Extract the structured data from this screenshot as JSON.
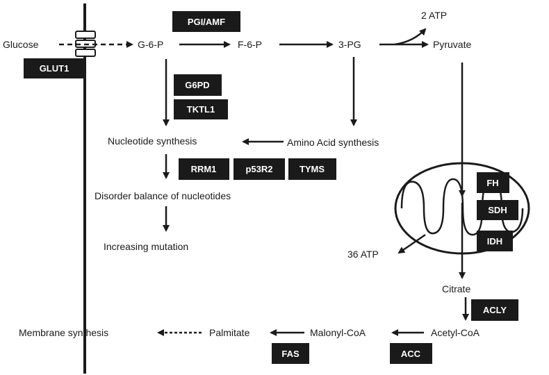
{
  "metabolites": {
    "glucose": "Glucose",
    "g6p": "G-6-P",
    "f6p": "F-6-P",
    "pg3": "3-PG",
    "pyruvate": "Pyruvate",
    "atp2": "2 ATP",
    "nucleotide_synthesis": "Nucleotide synthesis",
    "amino_acid_synthesis": "Amino Acid synthesis",
    "disorder_balance": "Disorder balance of nucleotides",
    "increasing_mutation": "Increasing mutation",
    "atp36": "36 ATP",
    "citrate": "Citrate",
    "acetyl_coa": "Acetyl-CoA",
    "malonyl_coa": "Malonyl-CoA",
    "palmitate": "Palmitate",
    "membrane_synthesis": "Membrane synthesis"
  },
  "enzymes": {
    "glut1": "GLUT1",
    "pgi_amf": "PGI/AMF",
    "g6pd": "G6PD",
    "tktl1": "TKTL1",
    "rrm1": "RRM1",
    "p53r2": "p53R2",
    "tyms": "TYMS",
    "fh": "FH",
    "sdh": "SDH",
    "idh": "IDH",
    "acly": "ACLY",
    "acc": "ACC",
    "fas": "FAS"
  }
}
